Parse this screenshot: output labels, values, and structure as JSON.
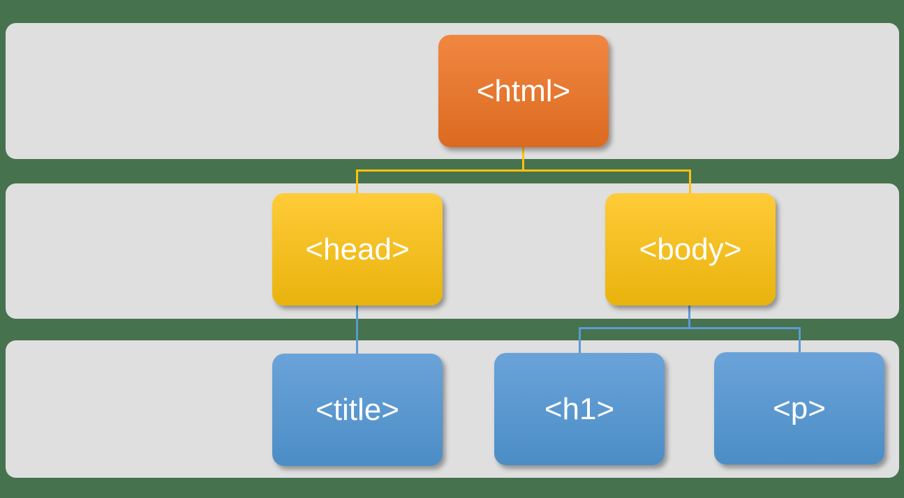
{
  "colors": {
    "background": "#47724E",
    "band": "#DFDFDF",
    "orangeTop": "#F08741",
    "orangeBottom": "#DC6A20",
    "goldTop": "#FFCB38",
    "goldBottom": "#E9B30D",
    "blueTop": "#6AA3D9",
    "blueBottom": "#4C8DC6",
    "connectorGold": "#FFC110",
    "connectorBlue": "#5B9BD5",
    "text": "#FFFFFF"
  },
  "nodes": {
    "html": {
      "label": "<html>"
    },
    "head": {
      "label": "<head>"
    },
    "body": {
      "label": "<body>"
    },
    "title": {
      "label": "<title>"
    },
    "h1": {
      "label": "<h1>"
    },
    "p": {
      "label": "<p>"
    }
  }
}
